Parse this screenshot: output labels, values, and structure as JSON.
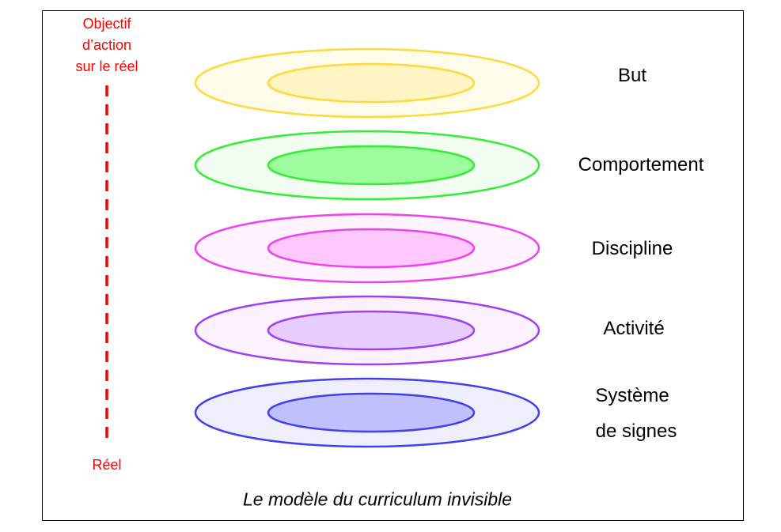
{
  "axis": {
    "top_label_lines": [
      "Objectif",
      "d’action",
      "sur le réel"
    ],
    "bottom_label": "Réel",
    "color": "#ff0000"
  },
  "layers": [
    {
      "label": "But",
      "stroke": "#ffd83a",
      "outer_fill": "#fffbea",
      "inner_fill": "#fff5c4"
    },
    {
      "label": "Comportement",
      "stroke": "#33ee33",
      "outer_fill": "#f2fdf2",
      "inner_fill": "#9dfc9d"
    },
    {
      "label": "Discipline",
      "stroke": "#f040f0",
      "outer_fill": "#fff3ff",
      "inner_fill": "#ffc8ff"
    },
    {
      "label": "Activité",
      "stroke": "#a040f0",
      "outer_fill": "#fbf1ff",
      "inner_fill": "#e6ccff"
    },
    {
      "label": "Système",
      "label_line2": "de signes",
      "stroke": "#4040f0",
      "outer_fill": "#eeeefc",
      "inner_fill": "#c0c0ff"
    }
  ],
  "caption": "Le modèle du curriculum invisible"
}
